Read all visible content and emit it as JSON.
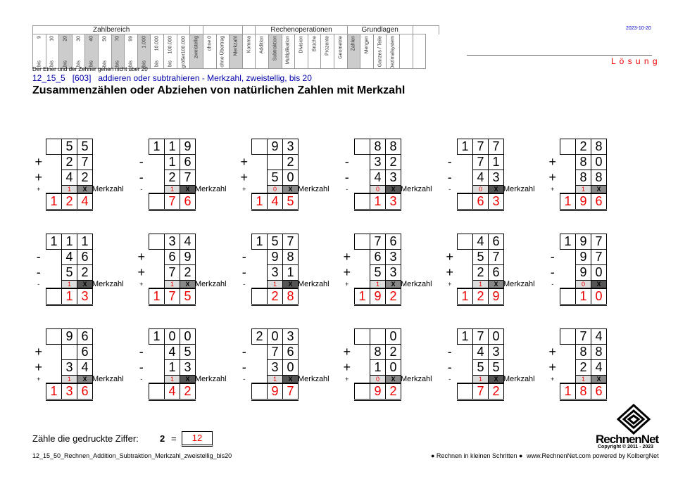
{
  "header": {
    "date": "2023-10-20",
    "loesung": "L ö s u n g",
    "groups": {
      "zahlbereich": "Zahlbereich",
      "rechenoperationen": "Rechenoperationen",
      "grundlagen": "Grundlagen"
    },
    "range_top": [
      "9",
      "10",
      "20",
      "30",
      "40",
      "50",
      "70",
      "99",
      "1.000",
      "10.000",
      "100.000",
      "größer100.000"
    ],
    "range_bottom": [
      "bis",
      "bis",
      "bis",
      "bis",
      "bis",
      "bis",
      "bis",
      "bis",
      "bis",
      "bis",
      "bis"
    ],
    "other_cols": [
      "zweistellig",
      "ohne 0",
      "ohne Übertrag",
      "Merkzahl",
      "Komma",
      "Addition",
      "Subtraktion",
      "Multiplikation",
      "Division",
      "Brüche",
      "Prozente",
      "Geometrie",
      "Zahlen",
      "Mengen",
      "Ganzes / Teile",
      "Dezimalsystem"
    ],
    "note": "Der Einer und der Zehner gehen nicht über 20",
    "code_line": "12_15_5   [603]   addieren oder subtrahieren - Merkzahl, zweistellig, bis 20",
    "title": "Zusammenzählen oder Abziehen von natürlichen Zahlen mit Merkzahl"
  },
  "merkzahl_label": "Merkzahl",
  "problems": [
    {
      "r": [
        [
          "",
          "5",
          "5"
        ],
        [
          "+",
          "2",
          "7"
        ],
        [
          "+",
          "4",
          "2"
        ]
      ],
      "m": [
        "+",
        "1",
        "X"
      ],
      "res": [
        "1",
        "2",
        "4"
      ]
    },
    {
      "r": [
        [
          "1",
          "1",
          "9"
        ],
        [
          "-",
          "1",
          "6"
        ],
        [
          "-",
          "2",
          "7"
        ]
      ],
      "m": [
        "-",
        "1",
        "X"
      ],
      "res": [
        "",
        "7",
        "6"
      ]
    },
    {
      "r": [
        [
          "",
          "9",
          "3"
        ],
        [
          "+",
          "",
          "2"
        ],
        [
          "+",
          "5",
          "0"
        ]
      ],
      "m": [
        "+",
        "0",
        "X"
      ],
      "res": [
        "1",
        "4",
        "5"
      ]
    },
    {
      "r": [
        [
          "",
          "8",
          "8"
        ],
        [
          "-",
          "3",
          "2"
        ],
        [
          "-",
          "4",
          "3"
        ]
      ],
      "m": [
        "-",
        "0",
        "X"
      ],
      "res": [
        "",
        "1",
        "3"
      ]
    },
    {
      "r": [
        [
          "1",
          "7",
          "7"
        ],
        [
          "-",
          "7",
          "1"
        ],
        [
          "-",
          "4",
          "3"
        ]
      ],
      "m": [
        "-",
        "0",
        "X"
      ],
      "res": [
        "",
        "6",
        "3"
      ]
    },
    {
      "r": [
        [
          "",
          "2",
          "8"
        ],
        [
          "+",
          "8",
          "0"
        ],
        [
          "+",
          "8",
          "8"
        ]
      ],
      "m": [
        "+",
        "1",
        "X"
      ],
      "res": [
        "1",
        "9",
        "6"
      ]
    },
    {
      "r": [
        [
          "1",
          "1",
          "1"
        ],
        [
          "-",
          "4",
          "6"
        ],
        [
          "-",
          "5",
          "2"
        ]
      ],
      "m": [
        "-",
        "1",
        "X"
      ],
      "res": [
        "",
        "1",
        "3"
      ]
    },
    {
      "r": [
        [
          "",
          "3",
          "4"
        ],
        [
          "+",
          "6",
          "9"
        ],
        [
          "+",
          "7",
          "2"
        ]
      ],
      "m": [
        "+",
        "1",
        "X"
      ],
      "res": [
        "1",
        "7",
        "5"
      ]
    },
    {
      "r": [
        [
          "1",
          "5",
          "7"
        ],
        [
          "-",
          "9",
          "8"
        ],
        [
          "-",
          "3",
          "1"
        ]
      ],
      "m": [
        "-",
        "1",
        "X"
      ],
      "res": [
        "",
        "2",
        "8"
      ]
    },
    {
      "r": [
        [
          "",
          "7",
          "6"
        ],
        [
          "+",
          "6",
          "3"
        ],
        [
          "+",
          "5",
          "3"
        ]
      ],
      "m": [
        "+",
        "1",
        "X"
      ],
      "res": [
        "1",
        "9",
        "2"
      ]
    },
    {
      "r": [
        [
          "",
          "4",
          "6"
        ],
        [
          "+",
          "5",
          "7"
        ],
        [
          "+",
          "2",
          "6"
        ]
      ],
      "m": [
        "+",
        "1",
        "X"
      ],
      "res": [
        "1",
        "2",
        "9"
      ]
    },
    {
      "r": [
        [
          "1",
          "9",
          "7"
        ],
        [
          "-",
          "9",
          "7"
        ],
        [
          "-",
          "9",
          "0"
        ]
      ],
      "m": [
        "-",
        "0",
        "X"
      ],
      "res": [
        "",
        "1",
        "0"
      ]
    },
    {
      "r": [
        [
          "",
          "9",
          "6"
        ],
        [
          "+",
          "",
          "6"
        ],
        [
          "+",
          "3",
          "4"
        ]
      ],
      "m": [
        "+",
        "1",
        "X"
      ],
      "res": [
        "1",
        "3",
        "6"
      ]
    },
    {
      "r": [
        [
          "1",
          "0",
          "0"
        ],
        [
          "-",
          "4",
          "5"
        ],
        [
          "-",
          "1",
          "3"
        ]
      ],
      "m": [
        "-",
        "1",
        "X"
      ],
      "res": [
        "",
        "4",
        "2"
      ]
    },
    {
      "r": [
        [
          "2",
          "0",
          "3"
        ],
        [
          "-",
          "7",
          "6"
        ],
        [
          "-",
          "3",
          "0"
        ]
      ],
      "m": [
        "-",
        "1",
        "X"
      ],
      "res": [
        "",
        "9",
        "7"
      ]
    },
    {
      "r": [
        [
          "",
          "",
          "0"
        ],
        [
          "+",
          "8",
          "2"
        ],
        [
          "+",
          "1",
          "0"
        ]
      ],
      "m": [
        "+",
        "0",
        "X"
      ],
      "res": [
        "",
        "9",
        "2"
      ]
    },
    {
      "r": [
        [
          "1",
          "7",
          "0"
        ],
        [
          "-",
          "4",
          "3"
        ],
        [
          "-",
          "5",
          "5"
        ]
      ],
      "m": [
        "-",
        "1",
        "X"
      ],
      "res": [
        "",
        "7",
        "2"
      ]
    },
    {
      "r": [
        [
          "",
          "7",
          "4"
        ],
        [
          "+",
          "8",
          "8"
        ],
        [
          "+",
          "2",
          "4"
        ]
      ],
      "m": [
        "+",
        "1",
        "X"
      ],
      "res": [
        "1",
        "8",
        "6"
      ]
    }
  ],
  "count": {
    "label": "Zähle die gedruckte Ziffer:",
    "digit": "2",
    "eq": "=",
    "answer": "12"
  },
  "footer": {
    "filename": "12_15_50_Rechnen_Addition_Subtraktion_Merkzahl_zweistellig_bis20",
    "slogan": "● Rechnen in kleinen Schritten ●",
    "site": "www.RechnenNet.com powered by KolbergNet",
    "logo": "RechnenNet",
    "copyright": "Copyright © 2011 - 2023"
  }
}
